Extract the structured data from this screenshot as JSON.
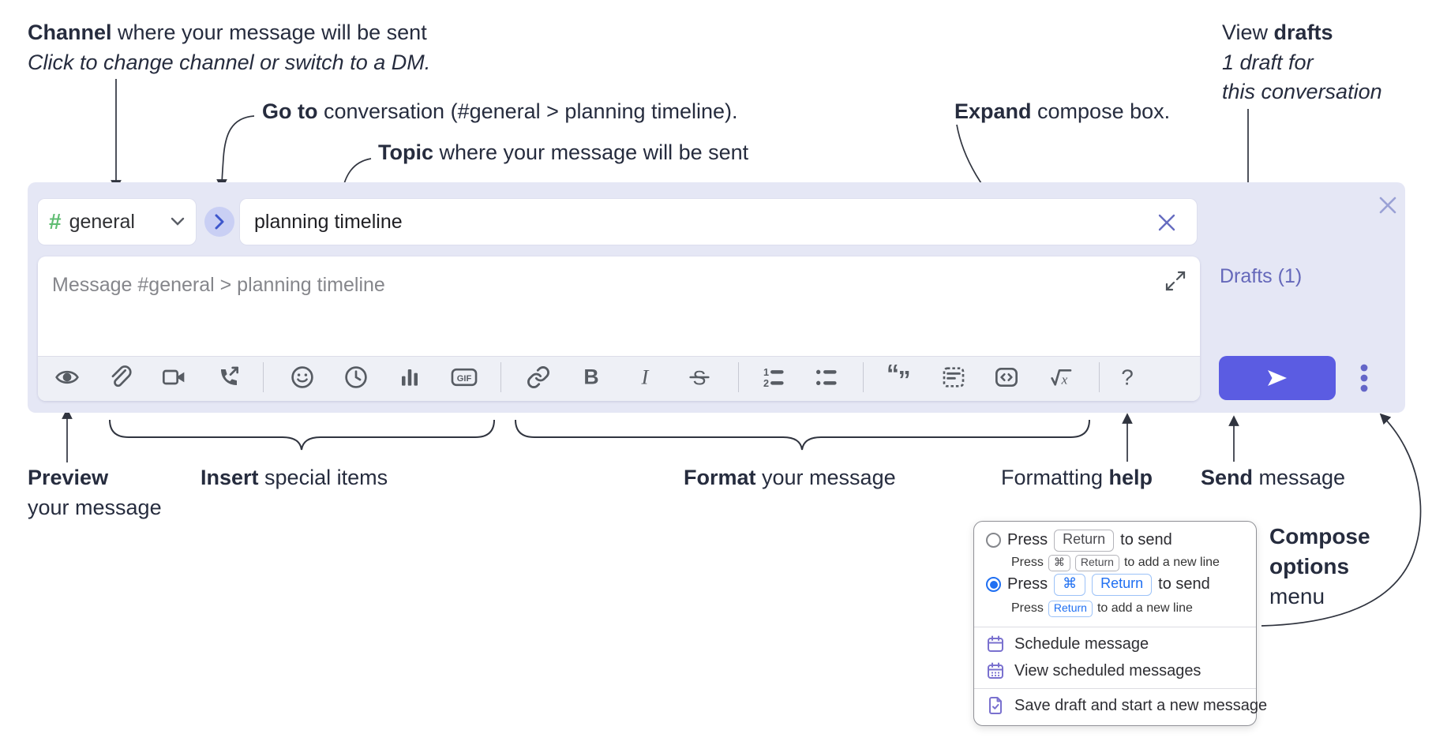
{
  "colors": {
    "panel_lavender": "#e5e7f5",
    "send_button": "#5b5ce2",
    "hash_green": "#5fbc72",
    "drafts_purple": "#6568ba",
    "menu_icon_purple": "#7a71cf",
    "key_blue": "#1f6ff2",
    "annotation_ink": "#262c3e"
  },
  "annotations": {
    "channel": {
      "bold": "Channel",
      "rest": " where your message will be sent",
      "line2": "Click to change channel or switch to a DM."
    },
    "goto": {
      "bold": "Go to",
      "rest": " conversation (#general > planning timeline)."
    },
    "topic": {
      "bold": "Topic",
      "rest": " where your message will be sent"
    },
    "expand": {
      "bold": "Expand",
      "rest": " compose box."
    },
    "view_drafts": {
      "pre": "View ",
      "bold": "drafts",
      "line2": "1 draft for",
      "line3": "this conversation"
    },
    "preview": {
      "bold": "Preview",
      "line2": "your message"
    },
    "insert": {
      "bold": "Insert",
      "rest": " special items"
    },
    "format": {
      "bold": "Format",
      "rest": " your message"
    },
    "help": {
      "pre": "Formatting ",
      "bold": "help"
    },
    "send": {
      "bold": "Send",
      "rest": " message"
    },
    "compose_options": {
      "line1": "Compose",
      "line2": "options",
      "line3": "menu"
    }
  },
  "compose": {
    "channel_hash": "#",
    "channel_name": "general",
    "topic_value": "planning timeline",
    "message_placeholder": "Message #general > planning timeline",
    "drafts_label": "Drafts (1)",
    "toolbar_icons": [
      "preview-eye",
      "attach-paperclip",
      "video-call-camera",
      "voice-call-phone",
      "emoji-smiley",
      "global-time-clock",
      "poll-bar-chart",
      "gif",
      "link",
      "bold",
      "italic",
      "strikethrough",
      "numbered-list",
      "bulleted-list",
      "quote",
      "spoiler",
      "code",
      "math",
      "help-question"
    ],
    "glyphs": {
      "gif": "GIF",
      "bold": "B",
      "italic": "I",
      "strike": "S",
      "help": "?",
      "quote_open": "“",
      "quote_close": "”",
      "math_x": "x",
      "list_1": "1",
      "list_2": "2"
    }
  },
  "options_menu": {
    "option1": {
      "press": "Press",
      "key": "Return",
      "after": "to send",
      "sub_press": "Press",
      "sub_key1": "⌘",
      "sub_key2": "Return",
      "sub_after": "to add a new line"
    },
    "option2": {
      "press": "Press",
      "key1": "⌘",
      "key2": "Return",
      "after": "to send",
      "sub_press": "Press",
      "sub_key": "Return",
      "sub_after": "to add a new line"
    },
    "items": [
      "Schedule message",
      "View scheduled messages",
      "Save draft and start a new message"
    ]
  }
}
